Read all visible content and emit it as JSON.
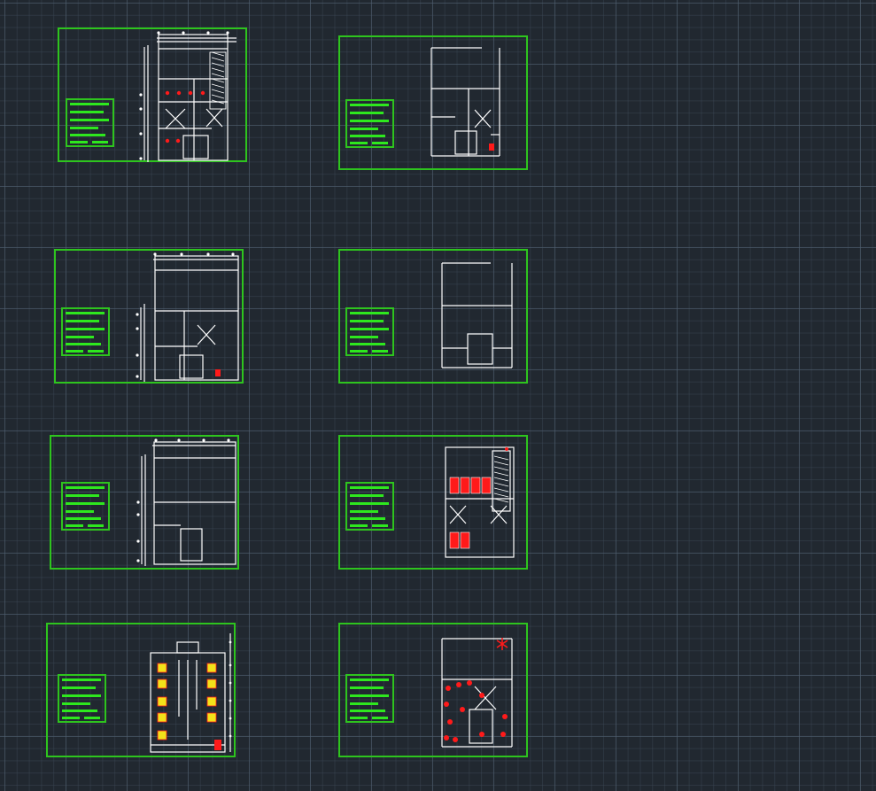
{
  "window": {
    "app": "CAD model space",
    "background_color": "#212830",
    "grid_color": "#4e5c6c"
  },
  "colors": {
    "sheet_border": "#2ec41e",
    "title_block": "#2ee81e",
    "wall": "#ffffff",
    "fixture_red": "#ff1a1a",
    "fixture_yellow": "#f2e21a"
  },
  "sheets": [
    {
      "id": "sheet-1",
      "variant": "ground-floor-with-fixtures"
    },
    {
      "id": "sheet-2",
      "variant": "upper-floor-plan"
    },
    {
      "id": "sheet-3",
      "variant": "floor-plan-dimensioned"
    },
    {
      "id": "sheet-4",
      "variant": "upper-floor-plan-b"
    },
    {
      "id": "sheet-5",
      "variant": "floor-plan-elevator"
    },
    {
      "id": "sheet-6",
      "variant": "parking-layout-red"
    },
    {
      "id": "sheet-7",
      "variant": "roof-plan-yellow"
    },
    {
      "id": "sheet-8",
      "variant": "plan-with-red-annotations"
    }
  ],
  "icons": [
    "compass-north-icon",
    "title-block-icon"
  ]
}
